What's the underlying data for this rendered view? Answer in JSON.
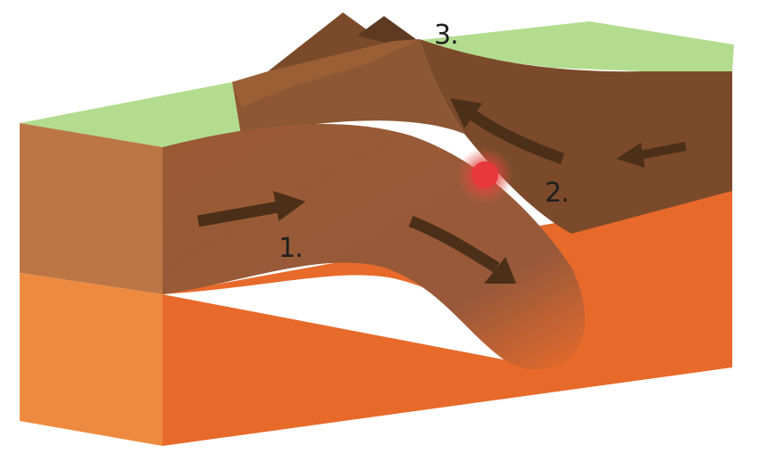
{
  "labels": {
    "one": "1.",
    "two": "2.",
    "three": "3."
  },
  "colors": {
    "grass": "#b3dc8e",
    "crust_front": "#bc7645",
    "crust_side": "#8d5733",
    "crust_dark": "#7b4a2b",
    "mantle_front": "#ee8a3f",
    "mantle_side": "#e86a2b",
    "slab": "#995a34",
    "arrow": "#4c2f18",
    "hotspot": "#e8383b"
  }
}
